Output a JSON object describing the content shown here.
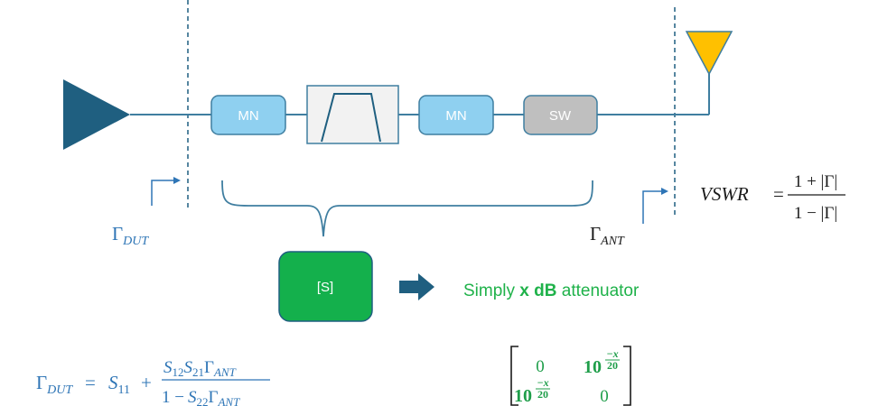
{
  "blocks": {
    "mn1": "MN",
    "mn2": "MN",
    "sw": "SW",
    "s_block": "[S]"
  },
  "labels": {
    "gamma": "Γ",
    "dut_sub": "DUT",
    "ant_sub": "ANT"
  },
  "attenuator": {
    "prefix": "Simply ",
    "bold": "x dB",
    "suffix": " attenuator"
  },
  "vswr": {
    "lhs": "VSWR",
    "eq": "=",
    "numerator": "1 + |Γ|",
    "denominator": "1 − |Γ|"
  },
  "formula": {
    "lhs_sym": "Γ",
    "lhs_sub": "DUT",
    "eq": "=",
    "s11": "S",
    "s11_sub": "11",
    "plus": "+",
    "num_s12": "S",
    "num_s12_sub": "12",
    "num_s21": "S",
    "num_s21_sub": "21",
    "num_g": "Γ",
    "num_g_sub": "ANT",
    "den_one": "1 −",
    "den_s22": "S",
    "den_s22_sub": "22",
    "den_g": "Γ",
    "den_g_sub": "ANT"
  },
  "matrix": {
    "zero": "0",
    "ten": "10",
    "exp_num": "−x",
    "exp_den": "20"
  },
  "colors": {
    "amp": "#1f5f80",
    "mn": "#8fd0f0",
    "sw": "#bfbfbf",
    "filter_bg": "#f2f2f2",
    "line": "#3f7ea0",
    "antenna": "#ffc000",
    "s_block": "#14b04c",
    "arrow": "#1f5f80",
    "text_blue": "#2e75b6",
    "text_green": "#1fb24a"
  }
}
